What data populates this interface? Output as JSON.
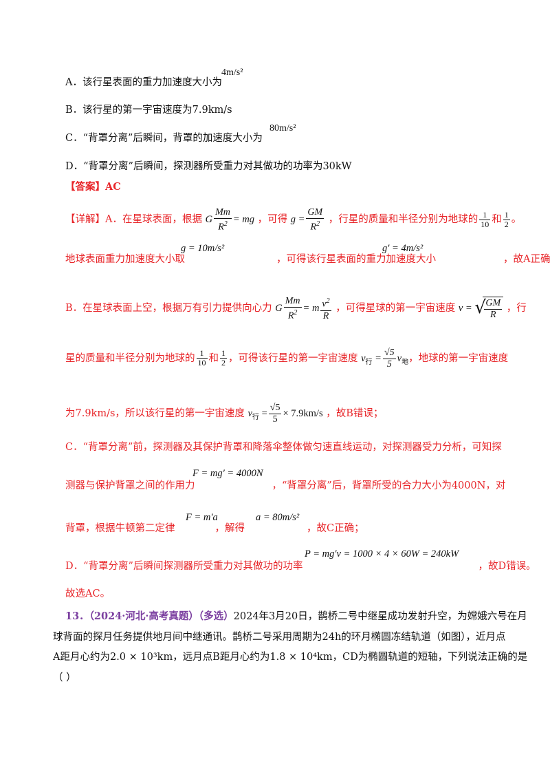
{
  "options": {
    "a_text": "A．该行星表面的重力加速度大小为",
    "a_val": "4m/s²",
    "b_text": "B．该行星的第一宇宙速度为7.9km/s",
    "c_text": "C．“背罩分离”后瞬间，背罩的加速度大小为",
    "c_val": "80m/s²",
    "d_text": "D．“背罩分离”后瞬间，探测器所受重力对其做功的功率为30kW"
  },
  "answer": {
    "label": "【答案】AC"
  },
  "explain": {
    "l1_prefix": "【详解】A．在星球表面，根据",
    "l1_mid": "，可得",
    "l1_suffix": "，行星的质量和半径分别为地球的",
    "l1_and": "和",
    "l1_end": "。",
    "l2_prefix": "地球表面重力加速度大小取",
    "l2_eq1": "g = 10m/s²",
    "l2_mid": "，可得该行星表面的重力加速度大小",
    "l2_eq2": "g′ = 4m/s²",
    "l2_end": "，故A正确；",
    "l3_prefix": "B．在星球表面上空，根据万有引力提供向心力",
    "l3_mid": "，可得星球的第一宇宙速度",
    "l3_end": "，行",
    "l4_prefix": "星的质量和半径分别为地球的",
    "l4_and": "和",
    "l4_mid": "，可得该行星的第一宇宙速度",
    "l4_end": "，地球的第一宇宙速度",
    "l5_prefix": "为7.9km/s，所以该行星的第一宇宙速度",
    "l5_end": "，故B错误；",
    "l6": "C．“背罩分离”前，探测器及其保护背罩和降落伞整体做匀速直线运动，对探测器受力分析，可知探",
    "l7_prefix": "测器与保护背罩之间的作用力",
    "l7_eq": "F = mg′ = 4000N",
    "l7_end": "，“背罩分离”后，背罩所受的合力大小为4000N，对",
    "l8_prefix": "背罩，根据牛顿第二定律",
    "l8_eq1": "F = m′a",
    "l8_mid": "，解得",
    "l8_eq2": "a = 80m/s²",
    "l8_end": "，故C正确；",
    "l9_prefix": "D．“背罩分离”后瞬间探测器所受重力对其做功的功率",
    "l9_eq": "P = mg′v = 1000 × 4 × 60W = 240kW",
    "l9_end": "，故D错误。",
    "l10": "故选AC。"
  },
  "question13": {
    "number": "13．",
    "source": "（2024·河北·高考真题）（多选）",
    "l1_rest": "2024年3月20日，鹊桥二号中继星成功发射升空，为嫦娥六号在月",
    "l2": "球背面的探月任务提供地月间中继通讯。鹊桥二号采用周期为24h的环月椭圆冻结轨道（如图），近月点",
    "l3": "A距月心约为2.0 × 10³km，远月点B距月心约为1.8 × 10⁴km，CD为椭圆轨道的短轴，下列说法正确的是",
    "l4": "（    ）"
  }
}
